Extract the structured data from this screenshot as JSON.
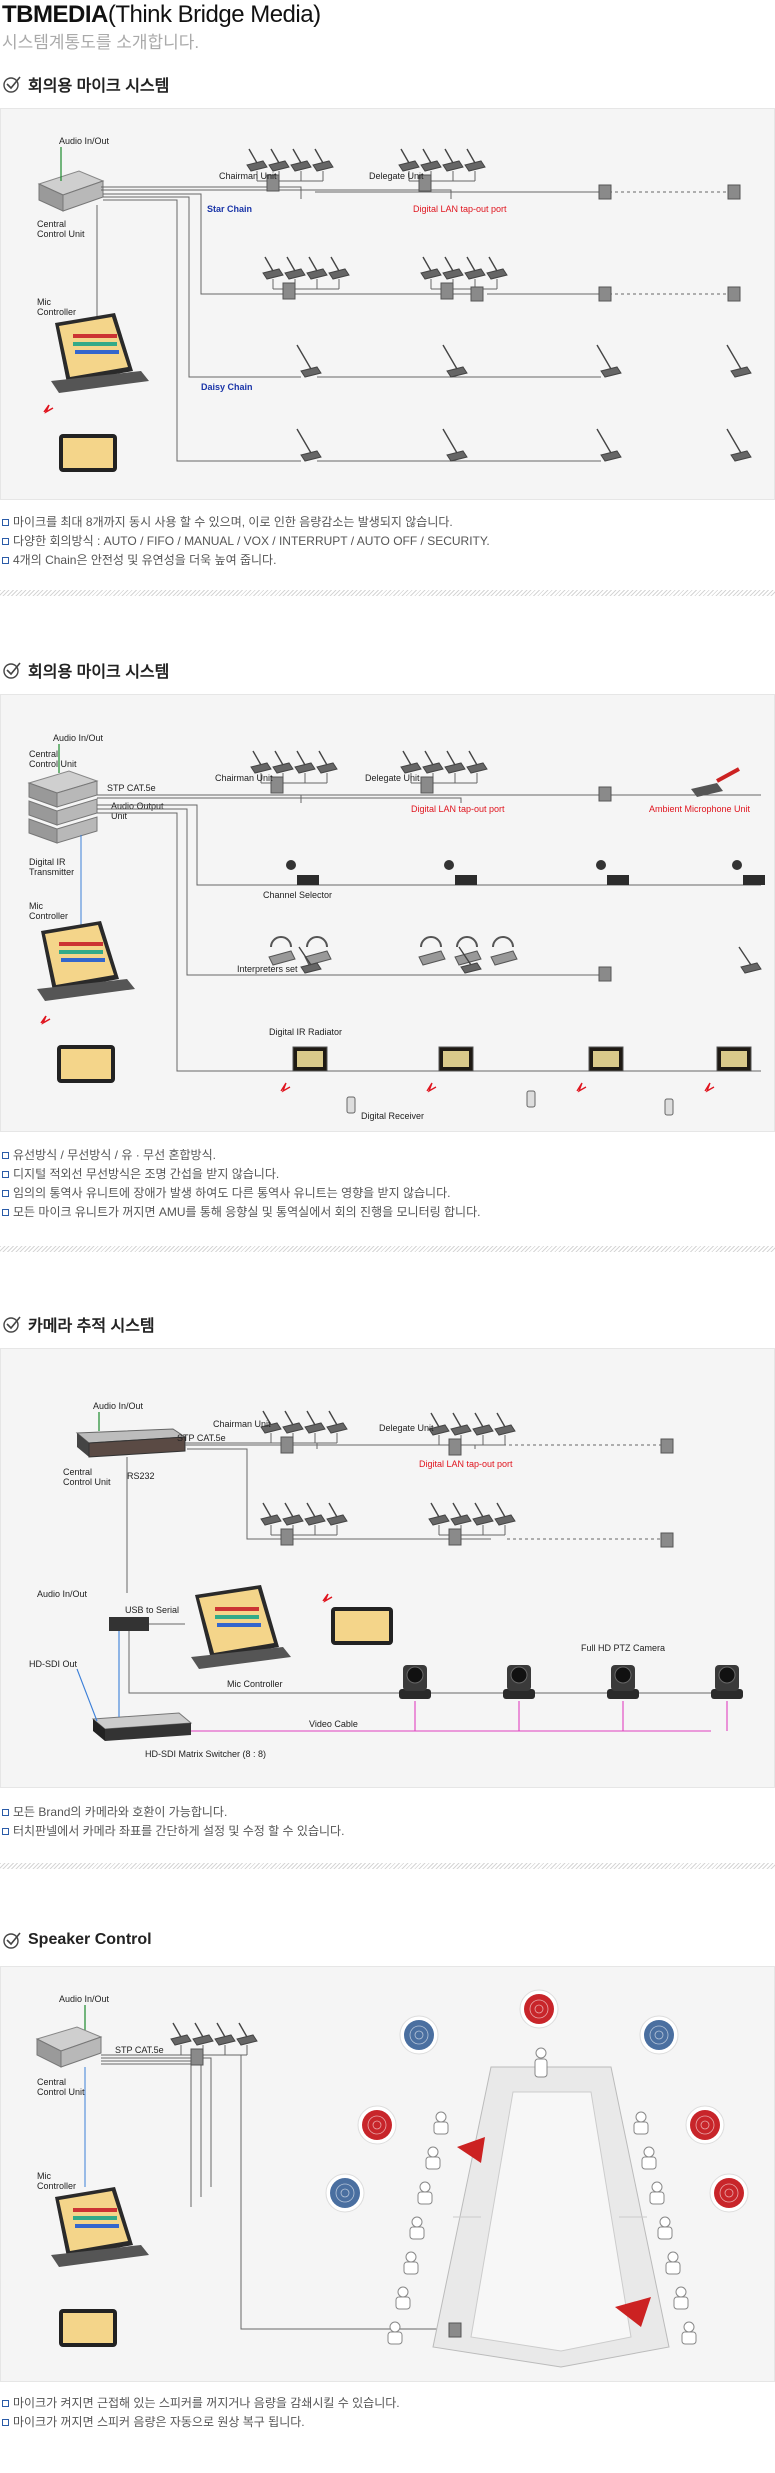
{
  "header": {
    "brand_bold": "TBMEDIA",
    "brand_sub": "(Think Bridge Media)",
    "tagline": "시스템계통도를 소개합니다."
  },
  "sections": [
    {
      "title": "회의용 마이크 시스템",
      "labels": {
        "audio_in_out": "Audio In/Out",
        "central_control": [
          "Central",
          "Control Unit"
        ],
        "mic_controller": [
          "Mic",
          "Controller"
        ],
        "chairman_unit": "Chairman Unit",
        "delegate_unit": "Delegate Unit",
        "star_chain": "Star Chain",
        "tap_out": "Digital LAN tap-out port",
        "daisy_chain": "Daisy Chain"
      },
      "notes": [
        "마이크를 최대 8개까지 동시 사용 할 수 있으며, 이로 인한 음량감소는 발생되지 않습니다.",
        "다양한 회의방식 : AUTO / FIFO / MANUAL / VOX / INTERRUPT / AUTO OFF / SECURITY.",
        "4개의 Chain은 안전성 및 유연성을 더욱 높여 줍니다."
      ]
    },
    {
      "title": "회의용 마이크 시스템",
      "labels": {
        "audio_in_out": "Audio In/Out",
        "central_control": [
          "Central",
          "Control Unit"
        ],
        "stp": "STP CAT.5e",
        "audio_output": [
          "Audio Output",
          "Unit"
        ],
        "digital_ir_tx": [
          "Digital IR",
          "Transmitter"
        ],
        "mic_controller": [
          "Mic",
          "Controller"
        ],
        "chairman_unit": "Chairman Unit",
        "delegate_unit": "Delegate Unit",
        "tap_out": "Digital LAN tap-out port",
        "ambient": "Ambient Microphone Unit",
        "channel_selector": "Channel Selector",
        "interpreters_set": "Interpreters set",
        "ir_radiator": "Digital IR Radiator",
        "digital_receiver": "Digital Receiver"
      },
      "notes": [
        "유선방식 / 무선방식 / 유 · 무선 혼합방식.",
        "디지털 적외선 무선방식은 조명 간섭을 받지 않습니다.",
        "임의의 통역사 유니트에 장애가 발생 하여도 다른 통역사 유니트는 영향을 받지 않습니다.",
        "모든 마이크 유니트가 꺼지면 AMU를 통해 응향실 및 통역실에서 회의 진행을 모니터링 합니다."
      ]
    },
    {
      "title": "카메라 추적 시스템",
      "labels": {
        "audio_in_out": "Audio In/Out",
        "central_control": [
          "Central",
          "Control Unit"
        ],
        "stp": "STP CAT.5e",
        "rs232": "RS232",
        "chairman_unit": "Chairman Unit",
        "delegate_unit": "Delegate Unit",
        "tap_out": "Digital LAN tap-out port",
        "audio_in_out_2": "Audio In/Out",
        "usb_serial": "USB to Serial",
        "hd_sdi_out": "HD-SDI Out",
        "mic_controller": "Mic Controller",
        "ptz": "Full HD PTZ Camera",
        "video_cable": "Video Cable",
        "matrix": "HD-SDI Matrix Switcher (8 : 8)"
      },
      "notes": [
        "모든 Brand의 카메라와 호환이 가능합니다.",
        "터치판넬에서 카메라 좌표를 간단하게 설정 및 수정 할 수 있습니다."
      ]
    },
    {
      "title": "Speaker Control",
      "labels": {
        "audio_in_out": "Audio In/Out",
        "stp": "STP CAT.5e",
        "central_control": [
          "Central",
          "Control Unit"
        ],
        "mic_controller": [
          "Mic",
          "Controller"
        ]
      },
      "notes": [
        "마이크가 켜지면 근접해 있는 스피커를 꺼지거나 음량을 감쇄시킬 수 있습니다.",
        "마이크가 꺼지면 스피커 음량은 자동으로 원상 복구 됩니다."
      ]
    }
  ],
  "colors": {
    "accent_blue": "#1a35a8",
    "tap_red": "#e0141e",
    "video_magenta": "#e040c0",
    "audio_blue": "#3b7fd8"
  }
}
